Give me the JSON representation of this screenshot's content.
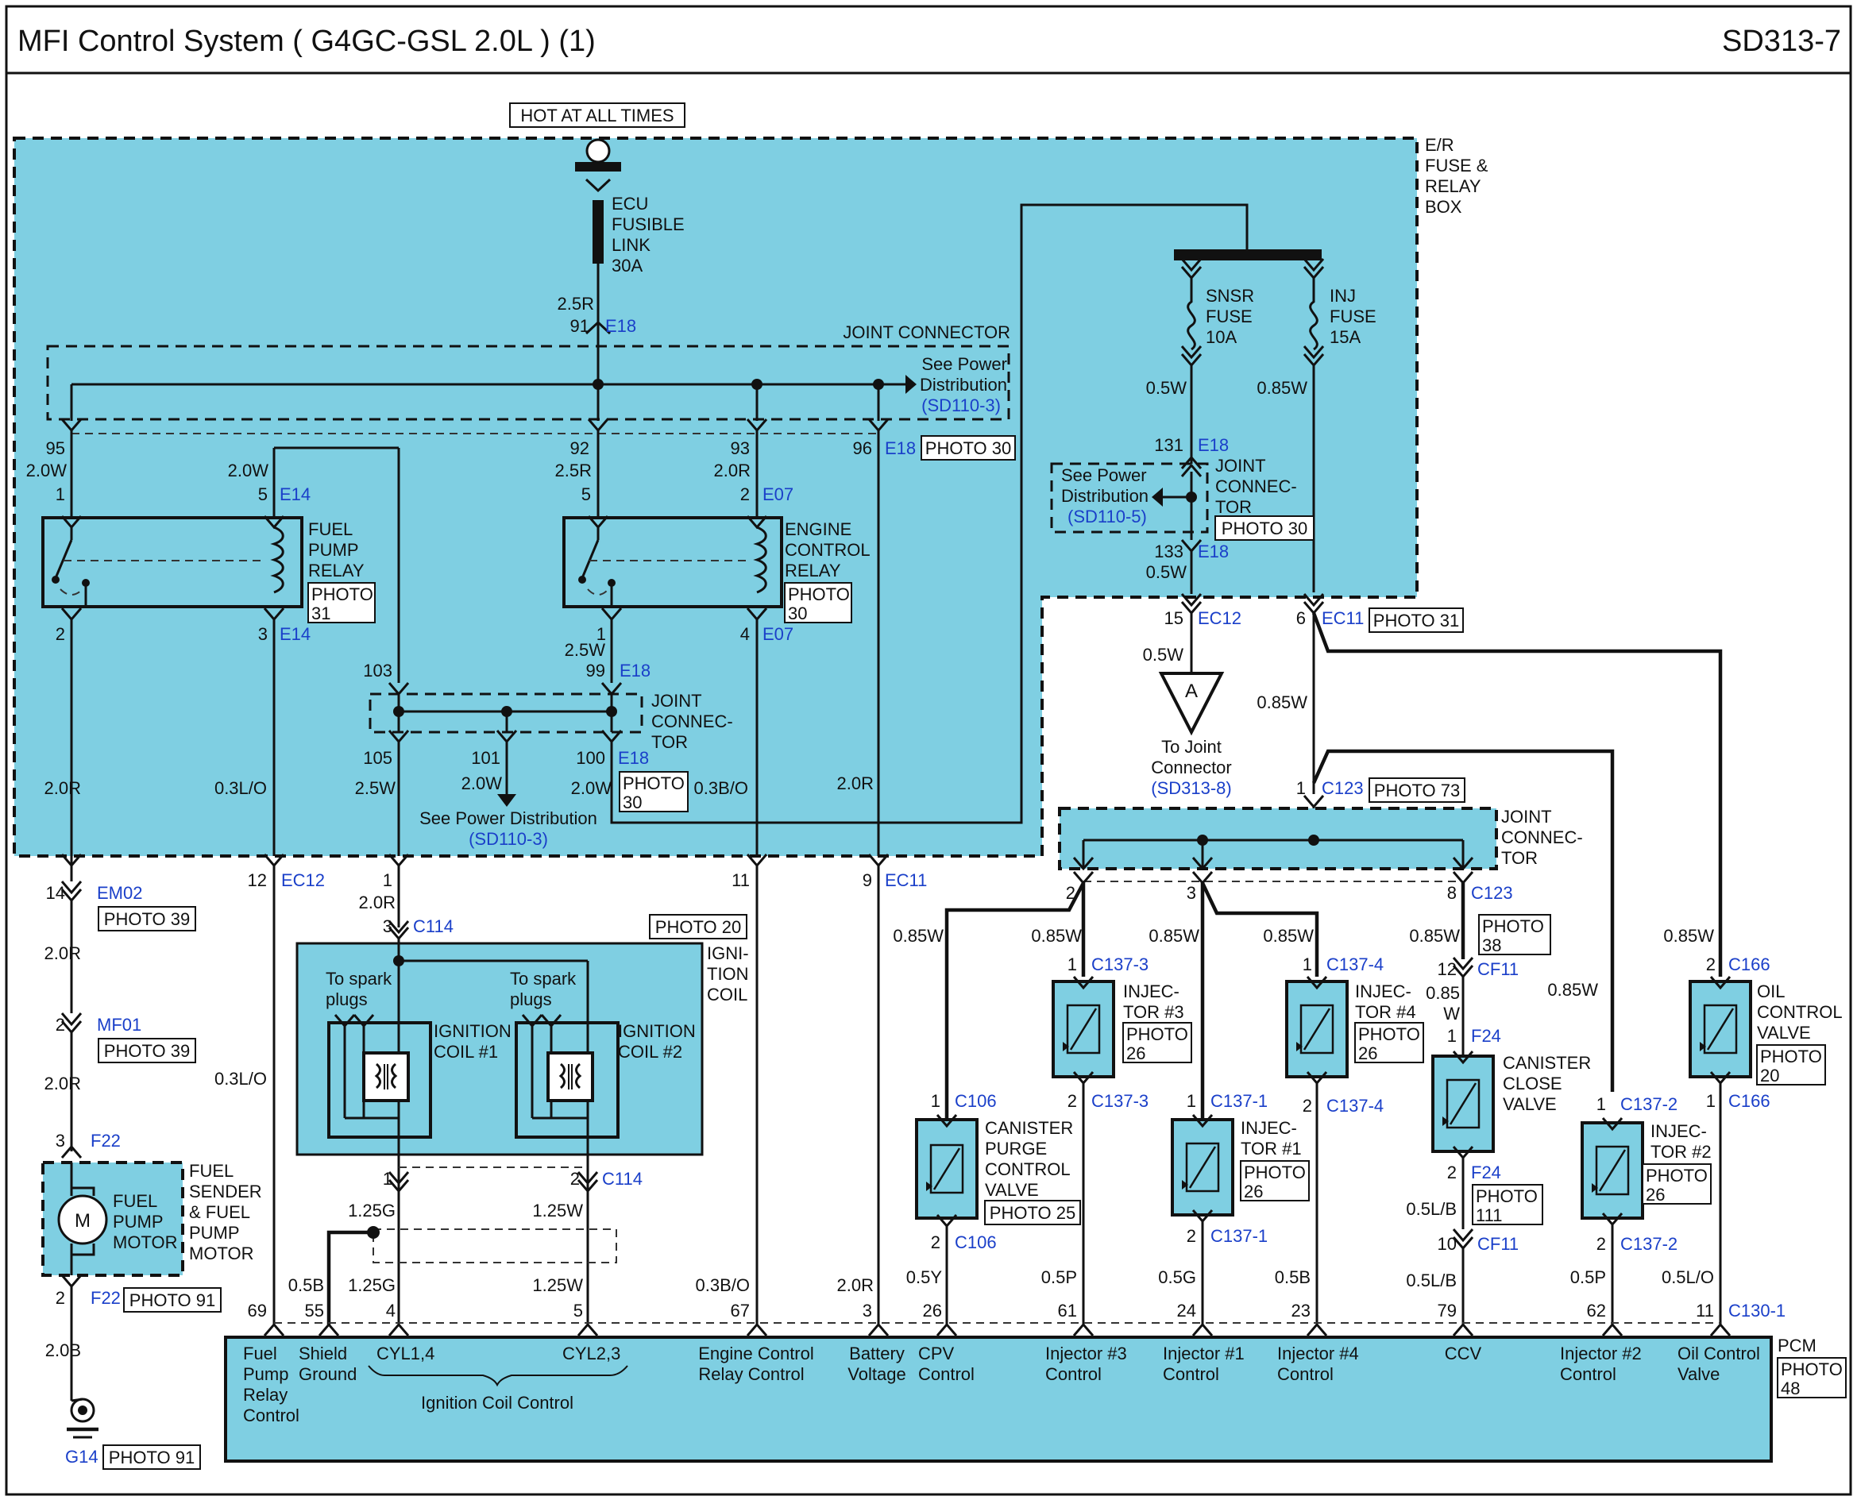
{
  "header": {
    "title": "MFI Control System (  G4GC-GSL 2.0L ) (1)",
    "page_code": "SD313-7"
  },
  "hot_label": "HOT AT ALL TIMES",
  "fuse_box_label": [
    "E/R",
    "FUSE &",
    "RELAY",
    "BOX"
  ],
  "ecu_fusible_link": [
    "ECU",
    "FUSIBLE",
    "LINK",
    "30A"
  ],
  "snsr_fuse": [
    "SNSR",
    "FUSE",
    "10A"
  ],
  "inj_fuse": [
    "INJ",
    "FUSE",
    "15A"
  ],
  "joint_connector_top": "JOINT CONNECTOR",
  "see_power_dist_1": [
    "See Power",
    "Distribution"
  ],
  "sd110_3": "(SD110-3)",
  "sd110_5": "(SD110-5)",
  "sd313_8": "(SD313-8)",
  "fuel_pump_relay": [
    "FUEL",
    "PUMP",
    "RELAY"
  ],
  "engine_control_relay": [
    "ENGINE",
    "CONTROL",
    "RELAY"
  ],
  "joint_connec_tor": [
    "JOINT",
    "CONNEC-",
    "TOR"
  ],
  "see_power_distribution": "See Power Distribution",
  "to_joint_connector": [
    "To Joint",
    "Connector"
  ],
  "connector_a": "A",
  "ignition_coil": [
    "IGNI-",
    "TION",
    "COIL"
  ],
  "to_spark_plugs": [
    "To spark",
    "plugs"
  ],
  "ign_coil_1": [
    "IGNITION",
    "COIL #1"
  ],
  "ign_coil_2": [
    "IGNITION",
    "COIL #2"
  ],
  "fuel_sender": [
    "FUEL",
    "SENDER",
    "& FUEL",
    "PUMP",
    "MOTOR"
  ],
  "fuel_pump_motor": [
    "FUEL",
    "PUMP",
    "MOTOR"
  ],
  "motor_m": "M",
  "canister_purge": [
    "CANISTER",
    "PURGE",
    "CONTROL",
    "VALVE"
  ],
  "canister_close": [
    "CANISTER",
    "CLOSE",
    "VALVE"
  ],
  "oil_control_valve": [
    "OIL",
    "CONTROL",
    "VALVE"
  ],
  "injector_3": [
    "INJEC-",
    "TOR #3"
  ],
  "injector_1": [
    "INJEC-",
    "TOR #1"
  ],
  "injector_4": [
    "INJEC-",
    "TOR #4"
  ],
  "injector_2": [
    "INJEC-",
    "TOR #2"
  ],
  "pcm_label": "PCM",
  "pcm_inputs": [
    [
      "Fuel",
      "Pump",
      "Relay",
      "Control"
    ],
    [
      "Shield",
      "Ground"
    ],
    [
      "CYL1,4"
    ],
    [
      "CYL2,3"
    ],
    [
      "Engine Control",
      "Relay Control"
    ],
    [
      "Battery",
      "Voltage"
    ],
    [
      "CPV",
      "Control"
    ],
    [
      "Injector #3",
      "Control"
    ],
    [
      "Injector #1",
      "Control"
    ],
    [
      "Injector #4",
      "Control"
    ],
    [
      "CCV"
    ],
    [
      "Injector #2",
      "Control"
    ],
    [
      "Oil Control",
      "Valve"
    ]
  ],
  "ignition_coil_control": "Ignition Coil Control",
  "photo": {
    "p30": [
      "PHOTO 30"
    ],
    "p31": [
      "PHOTO 31"
    ],
    "p73": [
      "PHOTO 73"
    ],
    "p39": [
      "PHOTO 39"
    ],
    "p20": [
      "PHOTO 20"
    ],
    "p91": [
      "PHOTO 91"
    ],
    "p25": [
      "PHOTO 25"
    ],
    "p31v": [
      "PHOTO",
      "31"
    ],
    "p30v": [
      "PHOTO",
      "30"
    ],
    "p26": [
      "PHOTO",
      "26"
    ],
    "p38": [
      "PHOTO",
      "38"
    ],
    "p20v": [
      "PHOTO",
      "20"
    ],
    "p111": [
      "PHOTO",
      "111"
    ],
    "p48": [
      "PHOTO",
      "48"
    ]
  },
  "connectors": {
    "E18": "E18",
    "E14": "E14",
    "E07": "E07",
    "EC12": "EC12",
    "EC11": "EC11",
    "EM02": "EM02",
    "MF01": "MF01",
    "F22": "F22",
    "G14": "G14",
    "C114": "C114",
    "C123": "C123",
    "C106": "C106",
    "C137_3": "C137-3",
    "C137_4": "C137-4",
    "C137_1": "C137-1",
    "C137_2": "C137-2",
    "CF11": "CF11",
    "F24": "F24",
    "C166": "C166",
    "C130_1": "C130-1"
  },
  "wires": {
    "w2_5R": "2.5R",
    "w2_0W": "2.0W",
    "w2_0R": "2.0R",
    "w0_5W": "0.5W",
    "w0_85W": "0.85W",
    "w2_5W": "2.5W",
    "w0_3LO": "0.3L/O",
    "w0_3BO": "0.3B/O",
    "w1_25G": "1.25G",
    "w1_25W": "1.25W",
    "w0_5B": "0.5B",
    "w2_0B": "2.0B",
    "w0_5Y": "0.5Y",
    "w0_5P": "0.5P",
    "w0_5G": "0.5G",
    "w0_5LB": "0.5L/B",
    "w0_5LO": "0.5L/O",
    "w0_85": "0.85",
    "wW": "W"
  },
  "pins": {
    "p91": "91",
    "p95": "95",
    "p92": "92",
    "p93": "93",
    "p96": "96",
    "p131": "131",
    "p133": "133",
    "p1": "1",
    "p5": "5",
    "p2": "2",
    "p3": "3",
    "p4": "4",
    "p15": "15",
    "p6": "6",
    "p103": "103",
    "p99": "99",
    "p105": "105",
    "p101": "101",
    "p100": "100",
    "p12": "12",
    "p11": "11",
    "p9": "9",
    "p14": "14",
    "p8": "8",
    "p10": "10",
    "p69": "69",
    "p55": "55",
    "p67": "67",
    "p26": "26",
    "p61": "61",
    "p24": "24",
    "p23": "23",
    "p79": "79",
    "p62": "62"
  },
  "colors": {
    "fill_blue": "#7fcfe2",
    "link_blue": "#1a3fc9",
    "line": "#111111"
  }
}
